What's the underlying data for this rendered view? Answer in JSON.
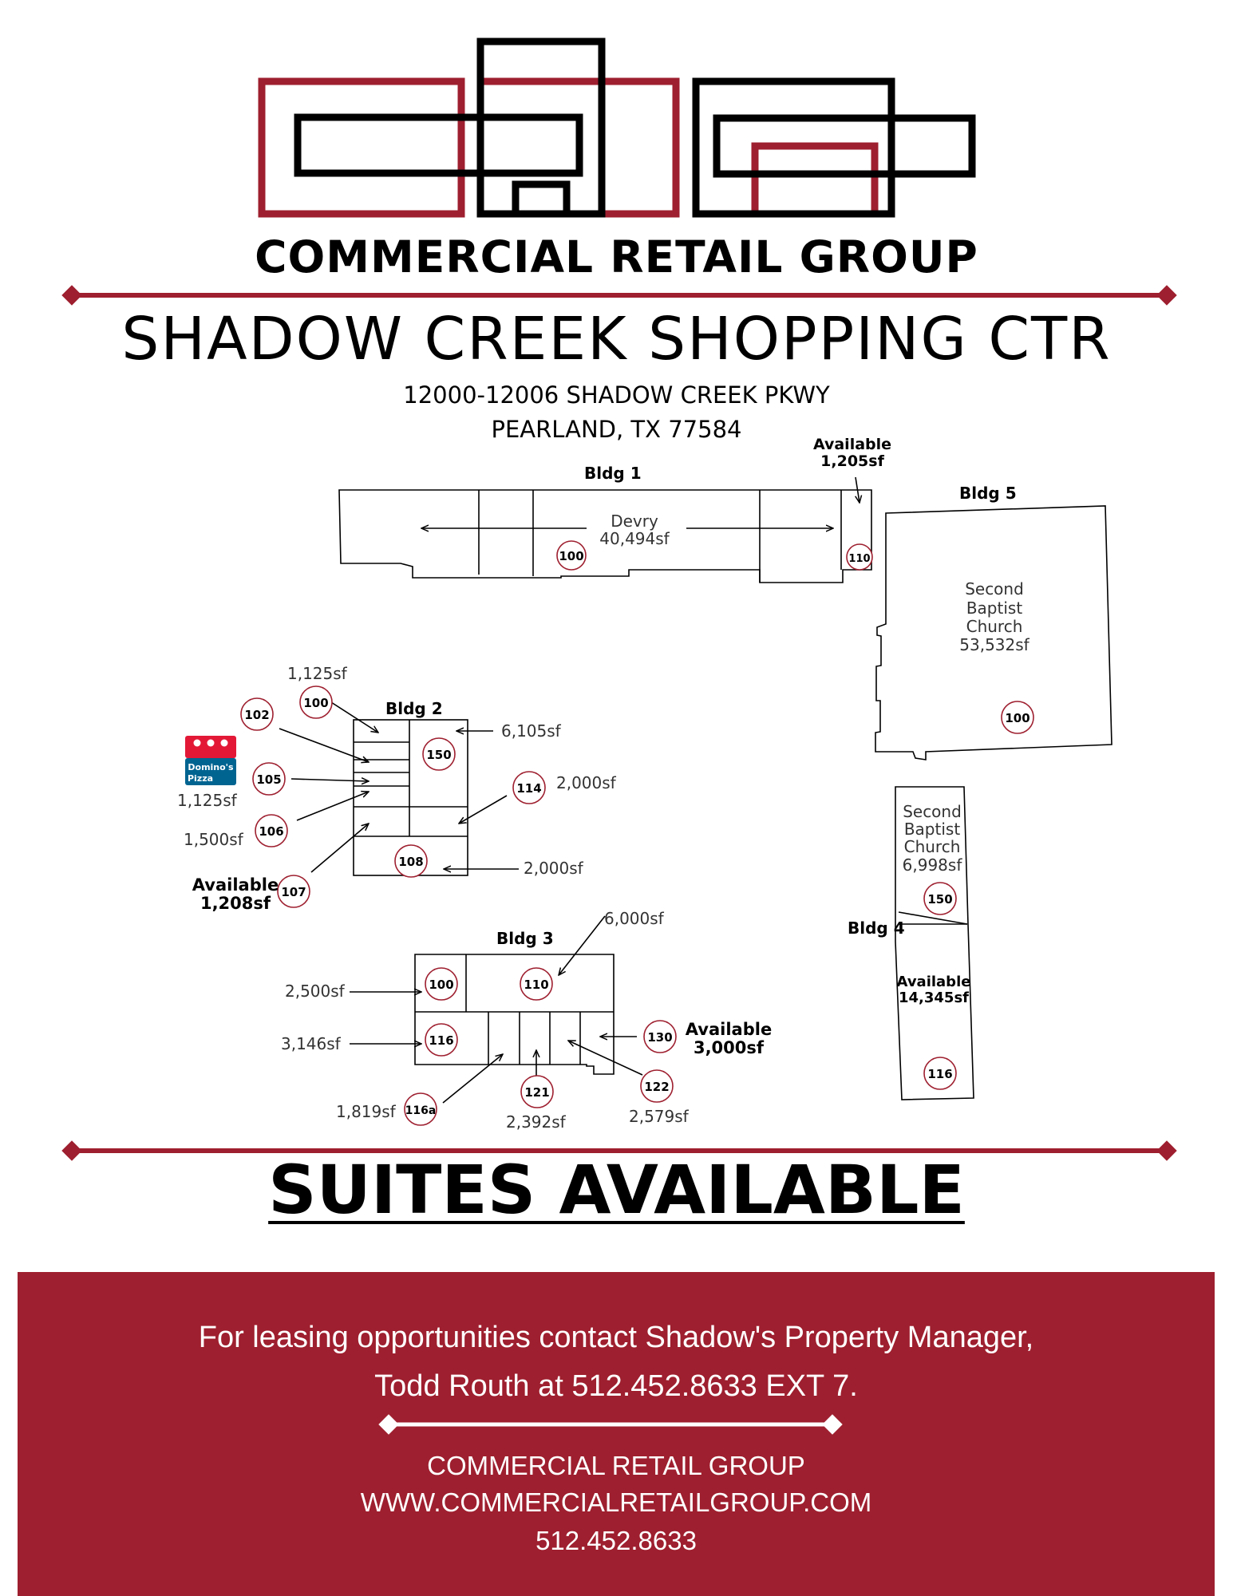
{
  "header": {
    "brand_name": "COMMERCIAL RETAIL GROUP",
    "property_title": "SHADOW CREEK SHOPPING CTR",
    "address_line1": "12000-12006 SHADOW CREEK PKWY",
    "address_line2": "PEARLAND, TX 77584"
  },
  "site_plan": {
    "bldg1": {
      "label": "Bldg 1",
      "tenant": "Devry",
      "tenant_size": "40,494sf",
      "suites": [
        "100",
        "110"
      ],
      "available_label": "Available",
      "available_size": "1,205sf"
    },
    "bldg5": {
      "label": "Bldg 5",
      "tenant_line1": "Second",
      "tenant_line2": "Baptist",
      "tenant_line3": "Church",
      "tenant_size": "53,532sf",
      "suite": "100"
    },
    "bldg2": {
      "label": "Bldg 2",
      "suites": [
        "100",
        "102",
        "105",
        "106",
        "107",
        "108",
        "114",
        "150"
      ],
      "sizes": {
        "s100": "1,125sf",
        "s105": "1,125sf",
        "s106": "1,500sf",
        "s150": "6,105sf",
        "s114": "2,000sf",
        "s108": "2,000sf"
      },
      "available_label": "Available",
      "available_size": "1,208sf",
      "logo_text_line1": "Domino's",
      "logo_text_line2": "Pizza"
    },
    "bldg3": {
      "label": "Bldg 3",
      "suites": [
        "100",
        "110",
        "116",
        "116a",
        "121",
        "122",
        "130"
      ],
      "sizes": {
        "s110": "6,000sf",
        "s100": "2,500sf",
        "s116": "3,146sf",
        "s116a": "1,819sf",
        "s121": "2,392sf",
        "s122": "2,579sf"
      },
      "available_label": "Available",
      "available_size": "3,000sf"
    },
    "bldg4": {
      "label": "Bldg 4",
      "tenant_line1": "Second",
      "tenant_line2": "Baptist",
      "tenant_line3": "Church",
      "tenant_size": "6,998sf",
      "suites": [
        "150",
        "116"
      ],
      "available_label": "Available",
      "available_size": "14,345sf"
    }
  },
  "banner": {
    "text": "SUITES AVAILABLE"
  },
  "footer": {
    "contact_line1": "For leasing opportunities contact Shadow's Property Manager,",
    "contact_line2": "Todd Routh at 512.452.8633 EXT 7.",
    "company": "COMMERCIAL RETAIL GROUP",
    "website": "WWW.COMMERCIALRETAILGROUP.COM",
    "phone": "512.452.8633"
  },
  "colors": {
    "brand_red": "#9e1f2f",
    "black": "#000000",
    "white": "#ffffff",
    "dominos_blue": "#006491",
    "dominos_red": "#e31837"
  }
}
